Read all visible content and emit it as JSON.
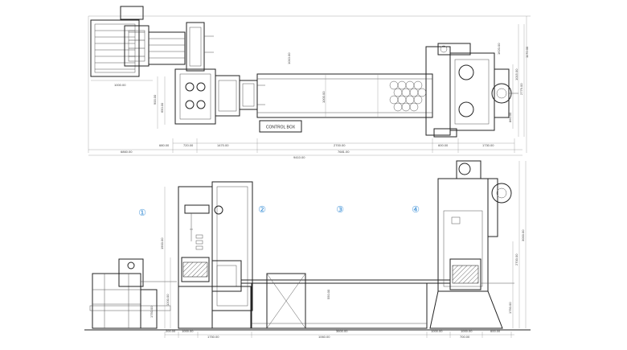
{
  "colors": {
    "line": "#222222",
    "marker": "#3b8fd6",
    "background": "#ffffff"
  },
  "top_view": {
    "label_control_box": "CONTROL BOX",
    "dims": {
      "d1": "720.00",
      "d2": "680.00",
      "d3": "1470.00",
      "d4": "2700.00",
      "d5": "600.00",
      "d6": "1730.00",
      "d7": "6860.00",
      "d8": "7681.00",
      "d9": "9410.00",
      "d10": "1000.00",
      "d11": "900.00",
      "d12": "650.00",
      "d13": "1010.00",
      "d14": "1000.00",
      "d15": "2779.00",
      "d16": "1015.00",
      "d17": "860.00",
      "d18": "1170.00",
      "d19": "1620.00"
    }
  },
  "front_view": {
    "markers": [
      "①",
      "②",
      "③",
      "④"
    ],
    "dims": {
      "b1": "200.00",
      "b2": "1000.00",
      "b3": "3600.00",
      "b4": "1000.00",
      "b5": "1000.00",
      "b6": "600.00",
      "b7": "1750.00",
      "b8": "1060.00",
      "b9": "700.00",
      "v1": "1900.00",
      "v2": "1200.00",
      "v3": "3000.00",
      "v4": "2700.00",
      "v5": "1750.00",
      "v6": "550.00",
      "v7": "1750.00"
    }
  }
}
